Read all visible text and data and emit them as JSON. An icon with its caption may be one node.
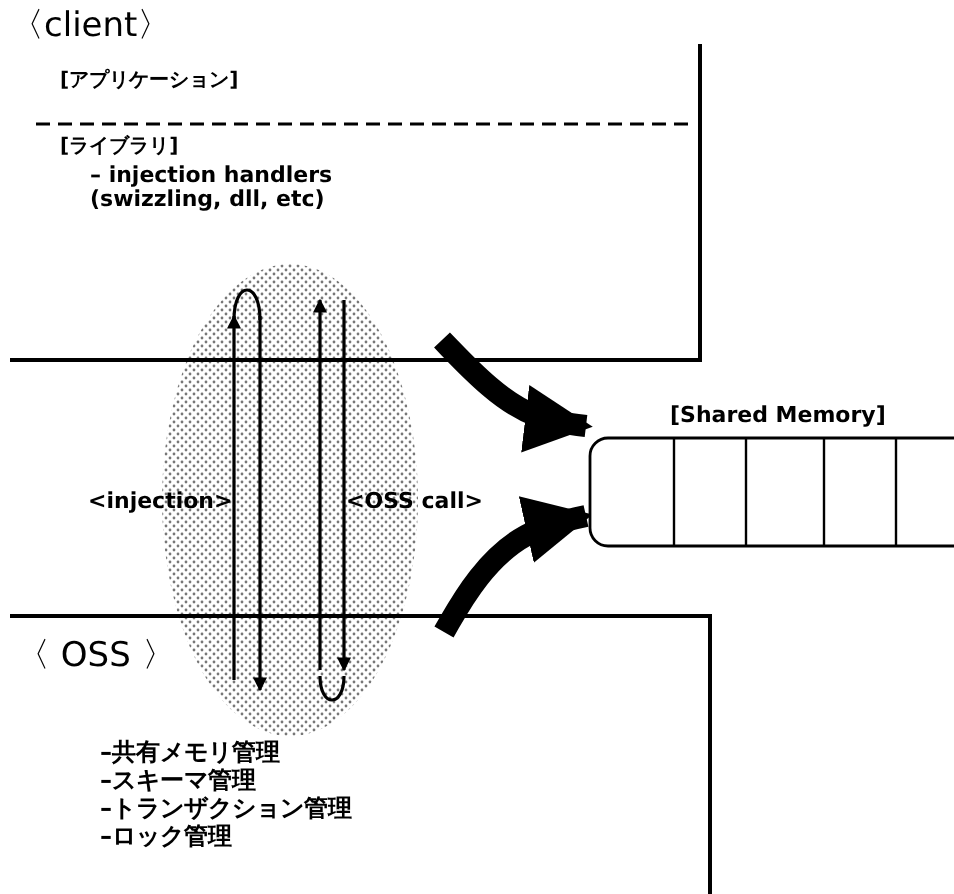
{
  "diagram": {
    "nodes": [
      {
        "text": [
          "〈client〉",
          "[アプリケーション]",
          "[ライブラリ]",
          "– injection handlers (swizzling, dll, etc)"
        ]
      },
      {
        "text": [
          "〈 OSS 〉",
          "–共有メモリ管理",
          "–スキーマ管理",
          "–トランザクション管理",
          "–ロック管理"
        ]
      },
      {
        "text": [
          "[Shared Memory]"
        ]
      }
    ],
    "edges": [
      {
        "from": 1,
        "to": 0,
        "arrow": "to",
        "label": "<injection>"
      },
      {
        "from": 0,
        "to": 1,
        "arrow": "to"
      },
      {
        "from": 1,
        "to": 0,
        "arrow": "to"
      },
      {
        "from": 0,
        "to": 1,
        "arrow": "to",
        "label": "<OSS call>"
      },
      {
        "from": 0,
        "to": 2,
        "arrow": "to",
        "style": "thick"
      },
      {
        "from": 1,
        "to": 2,
        "arrow": "to",
        "style": "thick"
      }
    ]
  }
}
